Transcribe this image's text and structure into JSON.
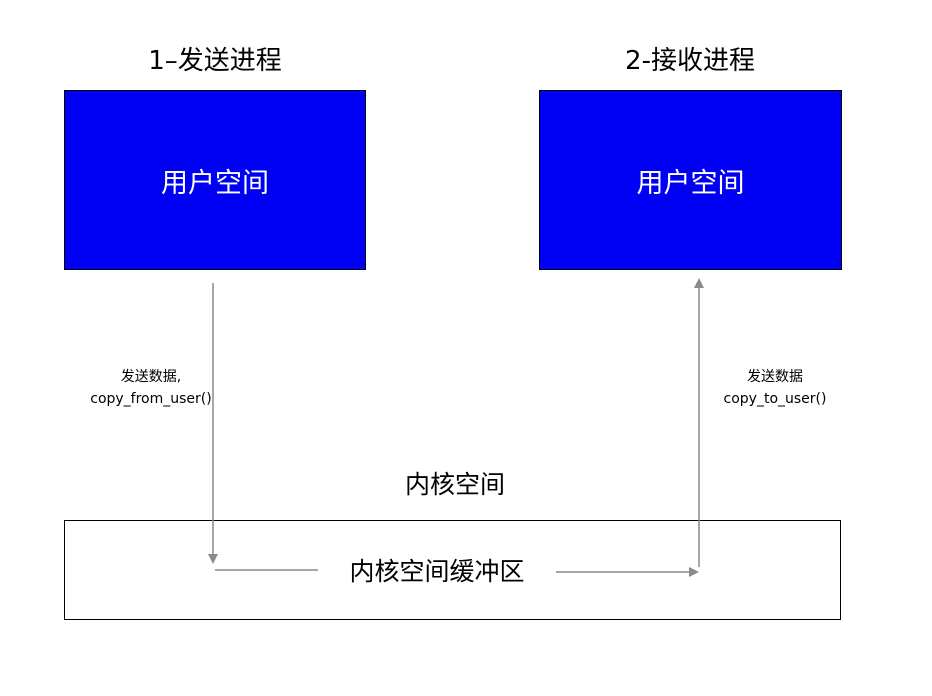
{
  "colors": {
    "user_box_fill": "#0000f5",
    "arrow": "#8a8a8a"
  },
  "sender": {
    "title": "1–发送进程",
    "box_label": "用户空间",
    "arrow_label_line1": "发送数据,",
    "arrow_label_line2": "copy_from_user()"
  },
  "receiver": {
    "title": "2-接收进程",
    "box_label": "用户空间",
    "arrow_label_line1": "发送数据",
    "arrow_label_line2": "copy_to_user()"
  },
  "kernel": {
    "label": "内核空间",
    "buffer_label": "内核空间缓冲区"
  }
}
